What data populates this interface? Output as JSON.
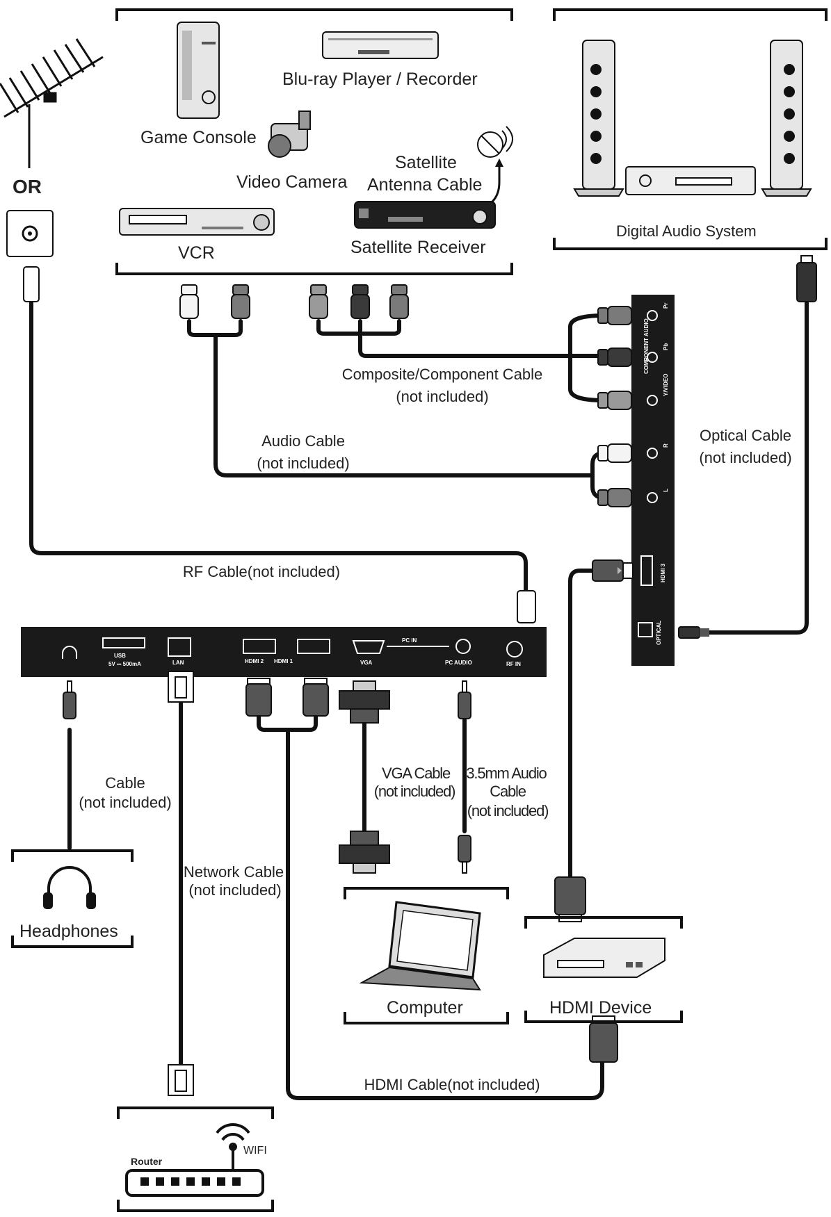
{
  "colors": {
    "ink": "#111111",
    "panel": "#1a1a1a",
    "plug_gray": "#7a7a7a",
    "plug_white": "#f4f4f4",
    "plug_dark": "#3a3a3a",
    "device": "#d8d8d8"
  },
  "antenna": {
    "or_label": "OR"
  },
  "sources": {
    "game_console": "Game Console",
    "bluray": "Blu-ray Player / Recorder",
    "video_camera": "Video Camera",
    "satellite_antenna_1": "Satellite",
    "satellite_antenna_2": "Antenna Cable",
    "vcr": "VCR",
    "satellite_receiver": "Satellite Receiver"
  },
  "audio_system": {
    "label": "Digital Audio System"
  },
  "cables": {
    "composite_1": "Composite/Component Cable",
    "composite_2": "(not included)",
    "audio_1": "Audio Cable",
    "audio_2": "(not included)",
    "optical_1": "Optical Cable",
    "optical_2": "(not included)",
    "rf": "RF Cable(not included)",
    "headphone_1": "Cable",
    "headphone_2": "(not included)",
    "network_1": "Network Cable",
    "network_2": "(not included)",
    "vga_1": "VGA Cable",
    "vga_2": "(not included)",
    "audio35_1": "3.5mm Audio",
    "audio35_2": "Cable",
    "audio35_3": "(not included)",
    "hdmi": "HDMI Cable(not included)"
  },
  "side_panel": {
    "component_audio": "COMPONENT AUDIO",
    "pr": "Pr",
    "pb": "Pb",
    "yvideo": "Y/VIDEO",
    "r": "R",
    "l": "L",
    "hdmi3": "HDMI 3",
    "optical": "OPTICAL"
  },
  "rear_panel": {
    "usb": "USB",
    "usb_sub": "5V ⎓ 500mA",
    "lan": "LAN",
    "hdmi2": "HDMI 2",
    "hdmi1": "HDMI 1",
    "vga": "VGA",
    "pcin": "PC IN",
    "pcaudio": "PC AUDIO",
    "rfin": "RF IN"
  },
  "destinations": {
    "headphones": "Headphones",
    "computer": "Computer",
    "hdmi_device": "HDMI Device",
    "router": "Router",
    "wifi": "WIFI"
  }
}
